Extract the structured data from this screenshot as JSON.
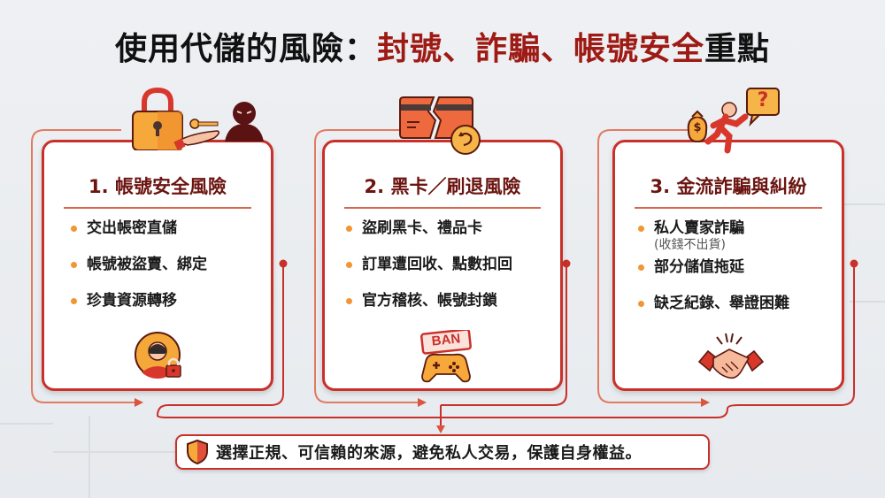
{
  "title": {
    "prefix": "使用代儲的風險：",
    "highlight": "封號、詐騙、帳號安全",
    "suffix": "重點"
  },
  "colors": {
    "primary_red": "#c9302a",
    "dark_red": "#9e1a14",
    "heading_red": "#6b1410",
    "bullet_orange": "#f29533",
    "background": "#eef0f3"
  },
  "cards": [
    {
      "title": "1. 帳號安全風險",
      "icon_top": "lock-key-hand-hacker-icon",
      "icon_bottom": "masked-user-lock-icon",
      "items": [
        {
          "text": "交出帳密直儲"
        },
        {
          "text": "帳號被盜賣、綁定"
        },
        {
          "text": "珍貴資源轉移"
        }
      ]
    },
    {
      "title": "2. 黑卡／刷退風險",
      "icon_top": "broken-credit-card-refund-icon",
      "icon_bottom": "ban-gamepad-icon",
      "items": [
        {
          "text": "盜刷黑卡、禮品卡"
        },
        {
          "text": "訂單遭回收、點數扣回"
        },
        {
          "text": "官方稽核、帳號封鎖"
        }
      ],
      "ban_label": "BAN"
    },
    {
      "title": "3. 金流詐騙與糾紛",
      "icon_top": "running-thief-money-bag-icon",
      "icon_bottom": "handshake-icon",
      "items": [
        {
          "text": "私人賣家詐騙",
          "sub": "(收錢不出貨)"
        },
        {
          "text": "部分儲值拖延"
        },
        {
          "text": "缺乏紀錄、舉證困難"
        }
      ],
      "question_mark": "?",
      "money_symbol": "$"
    }
  ],
  "footer": {
    "icon": "shield-icon",
    "text": "選擇正規、可信賴的來源，避免私人交易，保護自身權益。"
  }
}
